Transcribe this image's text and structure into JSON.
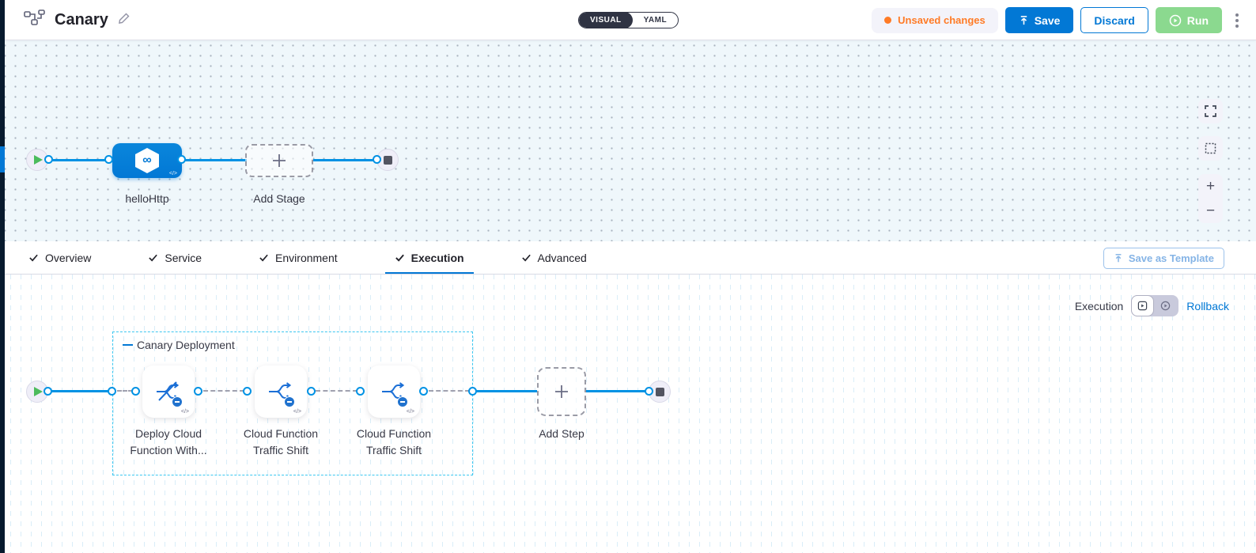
{
  "header": {
    "title": "Canary",
    "view_toggle": {
      "options": [
        "VISUAL",
        "YAML"
      ],
      "selected": "VISUAL"
    },
    "unsaved_badge_label": "Unsaved changes",
    "save_label": "Save",
    "discard_label": "Discard",
    "run_label": "Run"
  },
  "stage_canvas": {
    "stage_label": "helloHttp",
    "add_stage_label": "Add Stage"
  },
  "tabs": {
    "items": [
      {
        "label": "Overview",
        "active": false
      },
      {
        "label": "Service",
        "active": false
      },
      {
        "label": "Environment",
        "active": false
      },
      {
        "label": "Execution",
        "active": true
      },
      {
        "label": "Advanced",
        "active": false
      }
    ],
    "save_as_template_label": "Save as Template"
  },
  "execution_panel": {
    "mode_label": "Execution",
    "rollback_label": "Rollback",
    "group_label": "Canary Deployment",
    "steps": [
      {
        "line1": "Deploy Cloud",
        "line2": "Function With...",
        "icon": "deploy-cloud-function-no-traffic-icon"
      },
      {
        "line1": "Cloud Function",
        "line2": "Traffic Shift",
        "icon": "cloud-function-traffic-shift-icon"
      },
      {
        "line1": "Cloud Function",
        "line2": "Traffic Shift",
        "icon": "cloud-function-traffic-shift-icon"
      }
    ],
    "add_step_label": "Add Step"
  },
  "icons": {
    "infinity": "∞",
    "code": "</>",
    "zoom_in": "+",
    "zoom_out": "−"
  },
  "colors": {
    "primary_blue": "#0278D5",
    "connector_cyan": "#0092E4",
    "unsaved_orange": "#FF7B26",
    "run_green": "#8BD98F",
    "group_border_cyan": "#3CC7F0"
  }
}
